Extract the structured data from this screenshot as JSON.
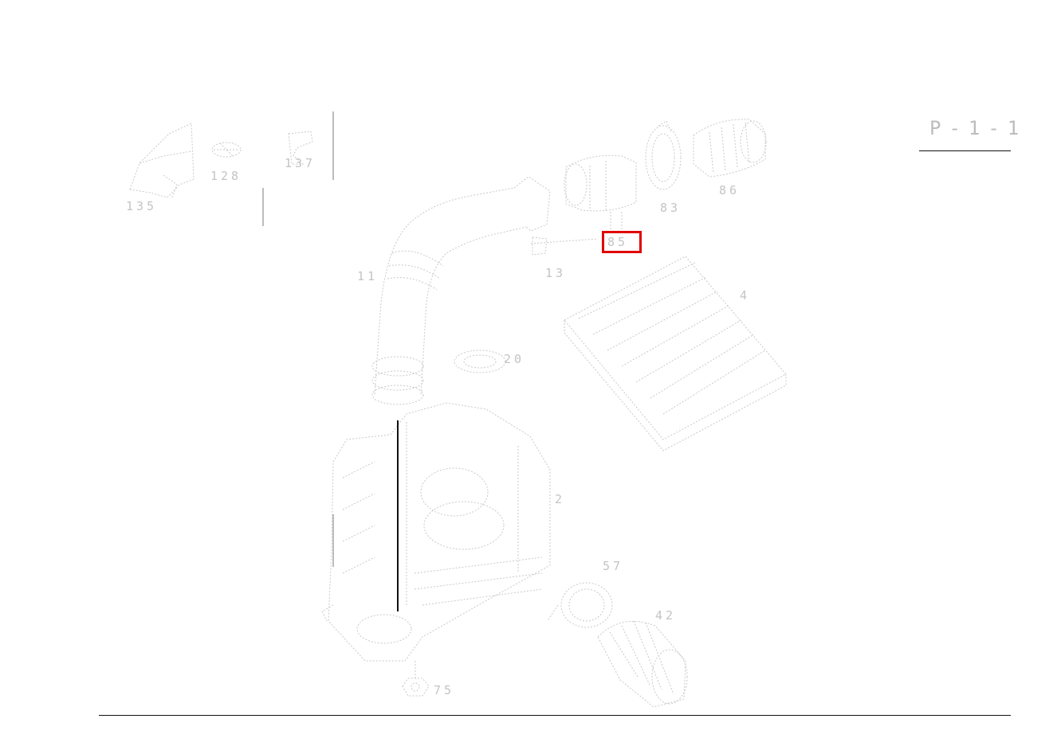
{
  "diagram": {
    "title_code": "P-1-1",
    "highlight_color": "#e00000",
    "callouts": {
      "c135": "135",
      "c128": "128",
      "c137": "137",
      "c11": "11",
      "c13": "13",
      "c85": "85",
      "c83": "83",
      "c86": "86",
      "c4": "4",
      "c20": "20",
      "c2": "2",
      "c57": "57",
      "c42": "42",
      "c75": "75"
    },
    "selected_callout": "85"
  }
}
